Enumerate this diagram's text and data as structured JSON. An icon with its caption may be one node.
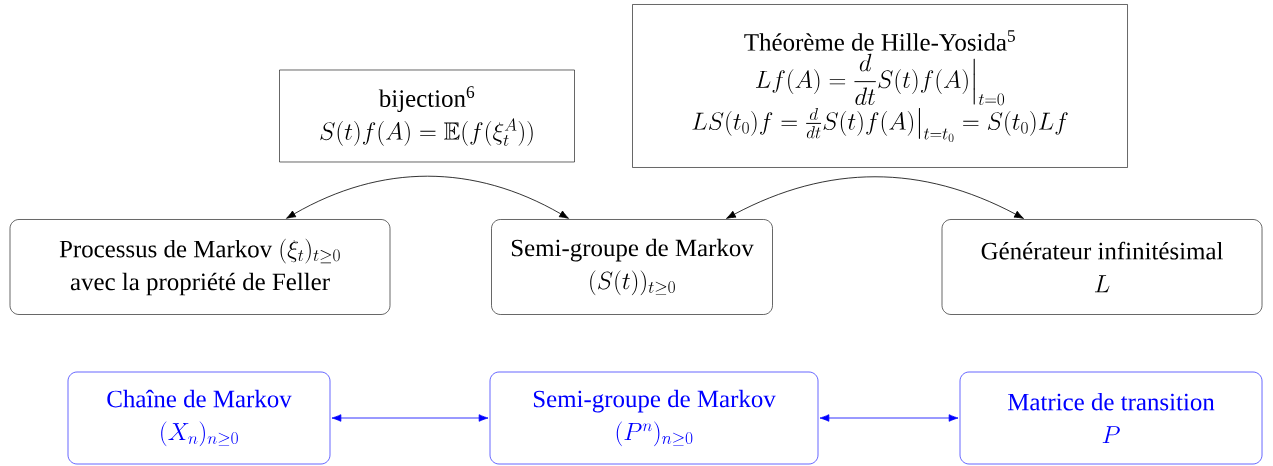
{
  "diagram": {
    "nodes": [
      {
        "text": [
          "bijection$^{6}$",
          "S(t)f(A) = \\mathbb{E}(f(\\xi_t^A))"
        ]
      },
      {
        "text": [
          "Théorème de Hille-Yosida$^{5}$",
          "Lf(A) = \\frac{d}{dt}S(t)f(A)\\Big|_{t=0}",
          "LS(t_0)f = \\frac{d}{dt}S(t)f(A)\\big|_{t=t_0} = S(t_0)Lf"
        ]
      },
      {
        "text": [
          "Processus de Markov",
          "(\\xi_t)_{t\\geq 0}",
          "avec la propriété de Feller"
        ]
      },
      {
        "text": [
          "Semi-groupe de Markov",
          "(S(t))_{t\\geq 0}"
        ]
      },
      {
        "text": [
          "Générateur infinitésimal",
          "L"
        ]
      },
      {
        "text": [
          "Chaîne de Markov",
          "(X_n)_{n\\geq 0}"
        ]
      },
      {
        "text": [
          "Semi-groupe de Markov",
          "(P^n)_{n\\geq 0}"
        ]
      },
      {
        "text": [
          "Matrice de transition",
          "P"
        ]
      }
    ],
    "edges": [
      {
        "from": 2,
        "to": 3,
        "arrow": "both"
      },
      {
        "from": 3,
        "to": 4,
        "arrow": "both"
      },
      {
        "from": 5,
        "to": 6,
        "arrow": "both",
        "color": "#0000ff"
      },
      {
        "from": 6,
        "to": 7,
        "arrow": "both",
        "color": "#0000ff"
      }
    ]
  }
}
